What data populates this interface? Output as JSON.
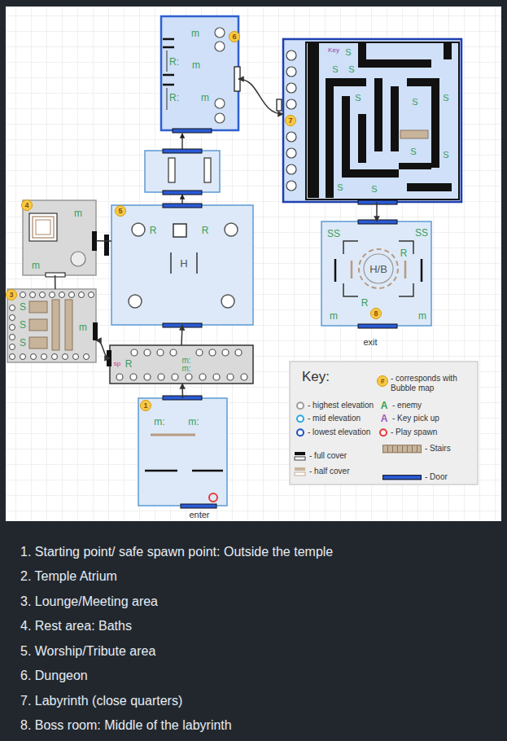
{
  "diagram": {
    "nodes": [
      {
        "text": [
          "6",
          "m",
          "R:",
          "m",
          "R:",
          "m"
        ]
      },
      {
        "text": [
          "7",
          "Key",
          "S",
          "S",
          "S",
          "S",
          "S",
          "S",
          "S",
          "S",
          "S",
          "S"
        ]
      },
      {
        "text": [
          "4",
          "m",
          "m"
        ]
      },
      {
        "text": [
          "5",
          "R",
          "R",
          "H"
        ]
      },
      {
        "text": [
          "8",
          "SS",
          "SS",
          "R",
          "H/B",
          "R",
          "m",
          "m"
        ]
      },
      {
        "text": [
          "3",
          "S",
          "S",
          "S",
          "m"
        ]
      },
      {
        "text": [
          "sp",
          "R",
          "m:",
          "m:"
        ]
      },
      {
        "text": [
          "1",
          "m:",
          "m:"
        ]
      }
    ],
    "edges": [
      {
        "from": 7,
        "to": 6,
        "arrow": "to"
      },
      {
        "from": 6,
        "to": 3,
        "arrow": "to"
      },
      {
        "from": 0,
        "to": 1,
        "arrow": "both"
      },
      {
        "from": 6,
        "to": 5,
        "arrow": "both"
      },
      {
        "from": 1,
        "to": 4,
        "arrow": "to"
      },
      {
        "from": 2,
        "to": 3,
        "arrow": "none"
      },
      {
        "from": 2,
        "to": 5,
        "arrow": "none"
      }
    ],
    "labels": [
      "enter",
      "exit",
      "Key:",
      "#",
      "A",
      "A",
      "1. Starting point/ safe spawn point: Outside the temple",
      "2. Temple Atrium",
      "3. Lounge/Meeting area",
      "4. Rest area: Baths",
      "5. Worship/Tribute area",
      "6. Dungeon",
      "7. Labyrinth (close quarters)",
      "8. Boss room: Middle of the labyrinth"
    ],
    "legend": [
      {
        "text": "- corresponds with Bubble map"
      },
      {
        "text": "- highest elevation",
        "color": "#9e9e9e"
      },
      {
        "text": "- mid elevation",
        "color": "#29a8e0"
      },
      {
        "text": "- lowest elevation",
        "color": "#1f4fbf"
      },
      {
        "text": "- full cover"
      },
      {
        "text": "- half cover"
      },
      {
        "text": "- enemy"
      },
      {
        "text": "- Key pick up"
      },
      {
        "text": "- Play spawn",
        "color": "#e53935"
      },
      {
        "text": "- Stairs",
        "color": "#c8b49a"
      },
      {
        "text": "- Door",
        "color": "#2a5bd7"
      }
    ]
  }
}
